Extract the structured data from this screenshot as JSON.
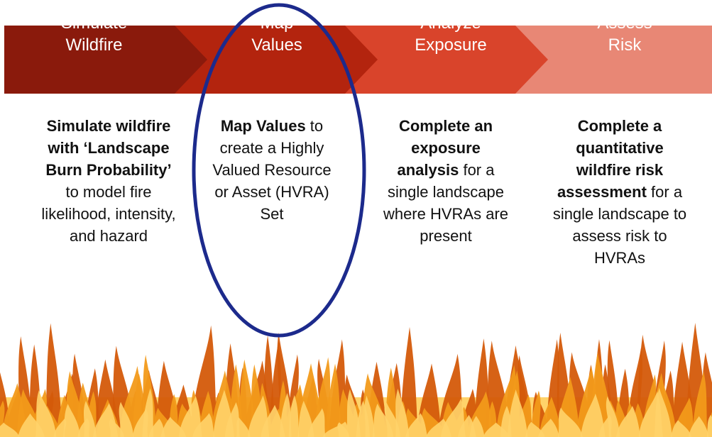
{
  "steps": [
    {
      "line1": "Simulate",
      "line2": "Wildfire",
      "color": "#8a1a0c"
    },
    {
      "line1": "Map",
      "line2": "Values",
      "color": "#b3240e"
    },
    {
      "line1": "Analyze",
      "line2": "Exposure",
      "color": "#d9442b"
    },
    {
      "line1": "Assess",
      "line2": "Risk",
      "color": "#e88775"
    }
  ],
  "descriptions": [
    {
      "bold_a": "Simulate wildfire with ‘Landscape Burn Probability’",
      "text_a": " to model fire likelihood, intensity, and hazard",
      "bold_b": "",
      "text_b": ""
    },
    {
      "bold_a": "Map Values",
      "text_a": " to create a Highly Valued Resource or Asset (HVRA) Set",
      "bold_b": "",
      "text_b": ""
    },
    {
      "bold_a": "Complete an exposure analysis",
      "text_a": " for a single landscape where HVRAs are present",
      "bold_b": "",
      "text_b": ""
    },
    {
      "bold_a": "Complete a quantitative wildfire risk assessment",
      "text_a": " for a single landscape to assess risk to HVRAs",
      "bold_b": "",
      "text_b": ""
    }
  ],
  "colors": {
    "highlight_ellipse": "#1c2a8c",
    "fire_dark": "#d45a0a",
    "fire_mid": "#f29a1a",
    "fire_light": "#ffd36a"
  }
}
